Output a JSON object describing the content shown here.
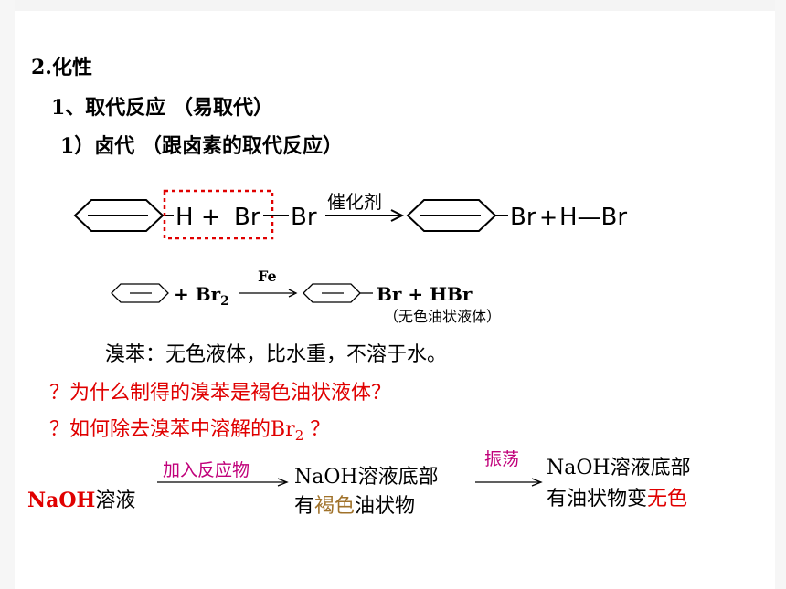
{
  "heading": "2.化性",
  "section": "1、取代反应 （易取代）",
  "subsection": "1）卤代 （跟卤素的取代反应）",
  "reaction1": {
    "left_h": "H +",
    "left_br1": "Br",
    "left_br2": "Br",
    "catalyst": "催化剂",
    "product_br": "Br",
    "plus": "+",
    "hbr": "H—Br"
  },
  "reaction2": {
    "reagent": "+ Br",
    "reagent_sub": "2",
    "catalyst": "Fe",
    "products": "Br + HBr",
    "product_note": "（无色油状液体）"
  },
  "note": "溴苯：无色液体，比水重，不溶于水。",
  "question1": "？为什么制得的溴苯是褐色油状液体？",
  "question2_prefix": "？如何除去溴苯中溶解的Br",
  "question2_sub": "2",
  "question2_suffix": " ？",
  "flow": {
    "start_formula": "NaOH",
    "start_text": "溶液",
    "step1_label": "加入反应物",
    "mid_line1": "NaOH溶液底部",
    "mid_line2_a": "有",
    "mid_line2_b": "褐色",
    "mid_line2_c": "油状物",
    "step2_label": "振荡",
    "end_line1": "NaOH溶液底部",
    "end_line2_a": "有油状物变",
    "end_line2_b": "无色"
  },
  "colors": {
    "question": "#e00000",
    "arrow_label": "#c0007a",
    "brown": "#a0722a",
    "highlight_box": "#e00000"
  }
}
